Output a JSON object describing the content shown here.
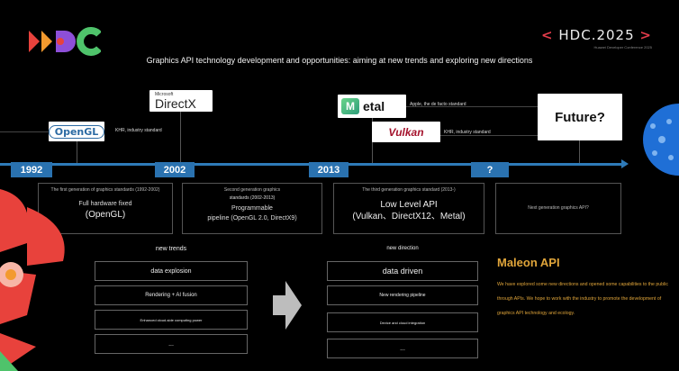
{
  "logo": {
    "name": "HDC logo"
  },
  "conference": {
    "title": "HDC.2025",
    "bracket_left": "<",
    "bracket_right": ">",
    "subtitle": "Huawei Developer Conference 2025"
  },
  "title": "Graphics API technology development and opportunities: aiming at new trends and exploring new directions",
  "apis": {
    "opengl": {
      "label": "OpenGL",
      "note": "KHR, industry standard"
    },
    "directx": {
      "ms": "Microsoft",
      "label": "DirectX"
    },
    "metal": {
      "icon": "M",
      "label": "etal",
      "note": "Apple, the de facto standard"
    },
    "vulkan": {
      "label": "Vulkan",
      "note": "KHR, industry standard"
    },
    "future": {
      "label": "Future?"
    }
  },
  "timeline": {
    "years": [
      "1992",
      "2002",
      "2013",
      "?"
    ]
  },
  "generations": [
    {
      "small": "The first generation of graphics standards (1992-2002)",
      "mid": "Full hardware fixed",
      "big": "(OpenGL)"
    },
    {
      "small": "Second generation graphics",
      "mid_a": "standards (2002-2013)",
      "mid_b": "Programmable",
      "mid_c": "pipeline (OpenGL 2.0, DirectX9)"
    },
    {
      "small": "The third generation graphics standard (2013-)",
      "big": "Low Level API",
      "big2": "(Vulkan、DirectX12、Metal)"
    },
    {
      "small": "Next generation graphics API?"
    }
  ],
  "new_trends": {
    "heading": "new trends",
    "items": [
      "data explosion",
      "Rendering + AI fusion",
      "Enhanced cloud-side computing power",
      "..."
    ]
  },
  "new_direction": {
    "heading": "new direction",
    "items": [
      "data driven",
      "New rendering pipeline",
      "Device and cloud integration",
      "..."
    ]
  },
  "maleon": {
    "title": "Maleon API",
    "body": "We have explored some new directions and opened some capabilities to the public through APIs. We hope to work with the industry to promote the development of graphics API technology and ecology."
  },
  "colors": {
    "accent_blue": "#2a72b0",
    "gold": "#e0a53a",
    "red": "#e23b4a"
  }
}
